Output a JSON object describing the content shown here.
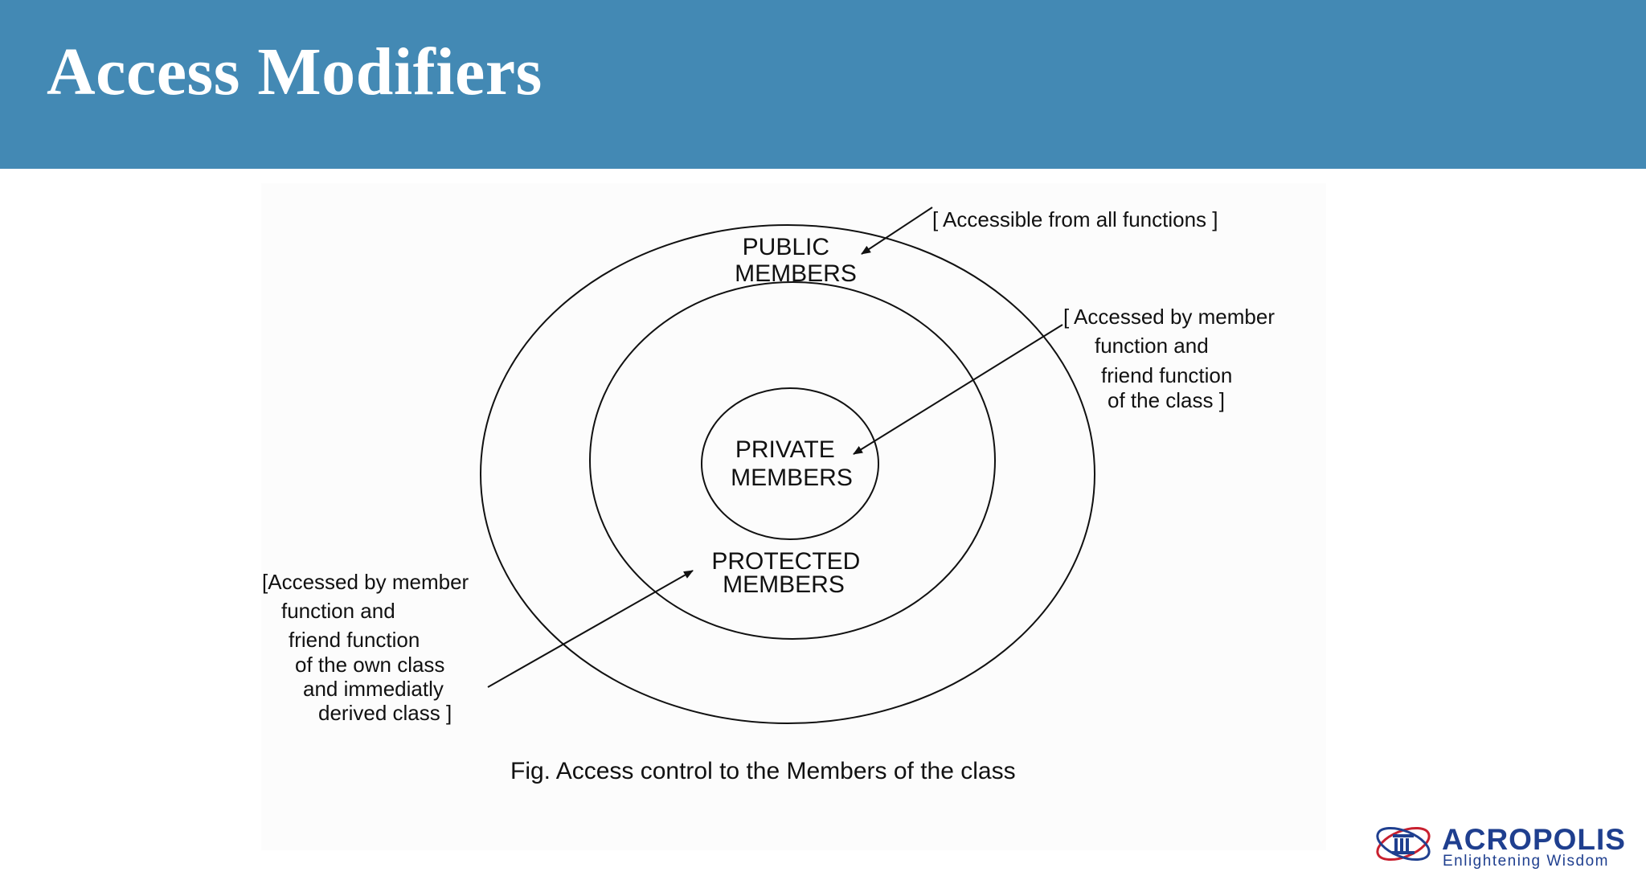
{
  "slide": {
    "title": "Access Modifiers"
  },
  "diagram": {
    "rings": {
      "outer": [
        "PUBLIC",
        "MEMBERS"
      ],
      "middle": [
        "PROTECTED",
        "MEMBERS"
      ],
      "inner": [
        "PRIVATE",
        "MEMBERS"
      ]
    },
    "annotations": {
      "public": [
        "[  Accessible from all functions  ]"
      ],
      "private": [
        "[  Accessed by member",
        "function  and",
        "friend function",
        "of the class   ]"
      ],
      "protected": [
        "[Accessed by member",
        "function  and",
        "friend function",
        "of the own class",
        "and immediatly",
        "derived class  ]"
      ]
    },
    "caption": "Fig. Access control to the Members of the class"
  },
  "logo": {
    "name": "ACROPOLIS",
    "tagline": "Enlightening Wisdom",
    "colors": {
      "blue": "#1f3f8f",
      "red": "#c8202f"
    }
  },
  "colors": {
    "header": "#4389b4",
    "title": "#ffffff",
    "line": "#111111"
  }
}
